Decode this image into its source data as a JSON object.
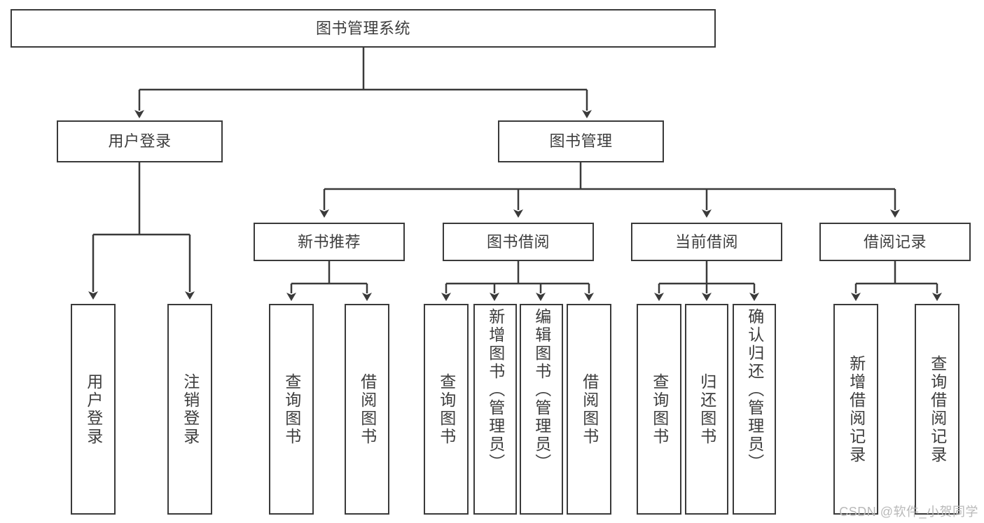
{
  "diagram": {
    "type": "tree",
    "title_node": {
      "label": "图书管理系统"
    },
    "level2": [
      {
        "label": "用户登录"
      },
      {
        "label": "图书管理"
      }
    ],
    "level3": [
      {
        "label": "新书推荐"
      },
      {
        "label": "图书借阅"
      },
      {
        "label": "当前借阅"
      },
      {
        "label": "借阅记录"
      }
    ],
    "leaves": {
      "user_login": [
        {
          "label": "用户登录"
        },
        {
          "label": "注销登录"
        }
      ],
      "new_book_recommend": [
        {
          "label": "查询图书"
        },
        {
          "label": "借阅图书"
        }
      ],
      "book_borrow": [
        {
          "label": "查询图书"
        },
        {
          "label": "新增图书（管理员）"
        },
        {
          "label": "编辑图书（管理员）"
        },
        {
          "label": "借阅图书"
        }
      ],
      "current_borrow": [
        {
          "label": "查询图书"
        },
        {
          "label": "归还图书"
        },
        {
          "label": "确认归还（管理员）"
        }
      ],
      "borrow_record": [
        {
          "label": "新增借阅记录"
        },
        {
          "label": "查询借阅记录"
        }
      ]
    }
  },
  "watermark": {
    "text": "CSDN @软件_小贺同学"
  },
  "colors": {
    "stroke": "#3a3a3a",
    "text": "#3d3d3d",
    "background": "#ffffff",
    "watermark": "#b9b9b9"
  }
}
